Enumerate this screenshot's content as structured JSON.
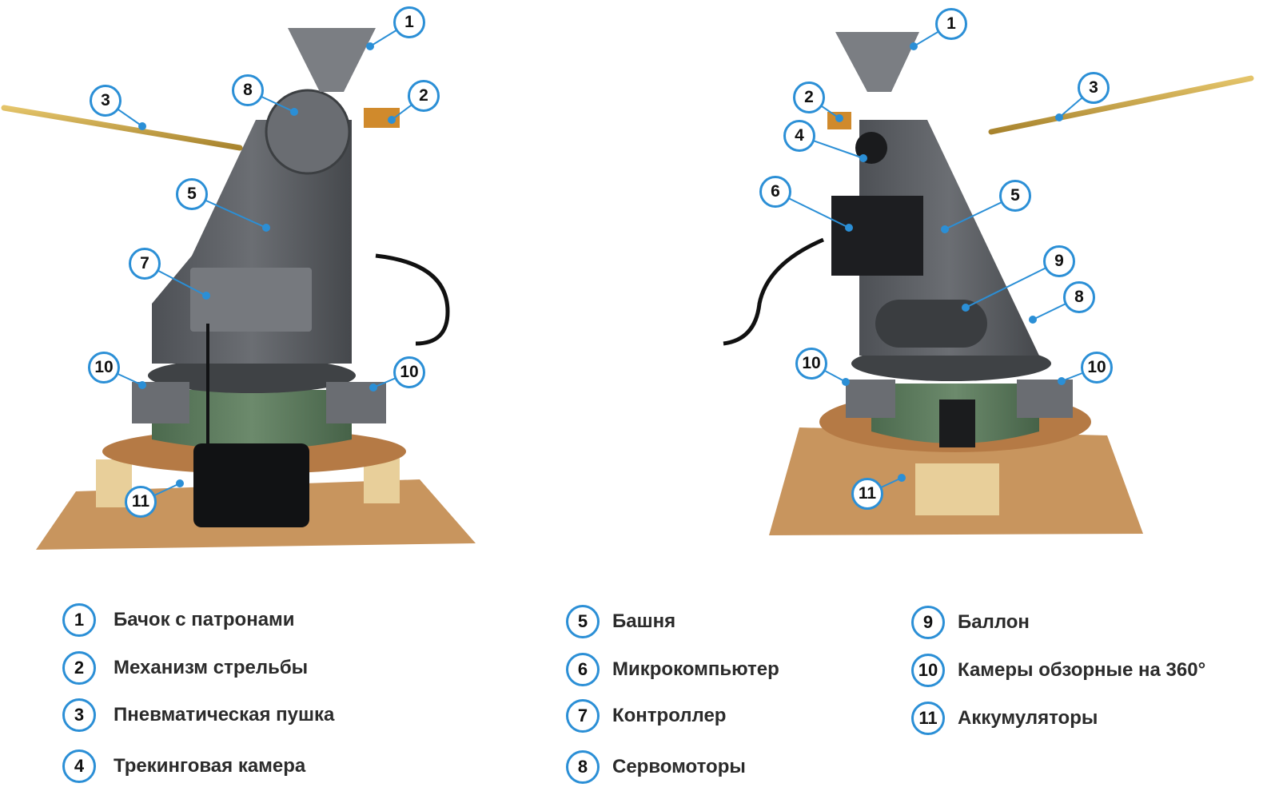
{
  "callouts_left": [
    "1",
    "2",
    "3",
    "8",
    "5",
    "7",
    "10",
    "10",
    "11"
  ],
  "callouts_right": [
    "1",
    "2",
    "3",
    "4",
    "5",
    "6",
    "9",
    "8",
    "10",
    "10",
    "11"
  ],
  "legend": [
    {
      "num": "1",
      "label": "Бачок с патронами"
    },
    {
      "num": "2",
      "label": "Механизм стрельбы"
    },
    {
      "num": "3",
      "label": "Пневматическая пушка"
    },
    {
      "num": "4",
      "label": "Трекинговая камера"
    },
    {
      "num": "5",
      "label": "Башня"
    },
    {
      "num": "6",
      "label": "Микрокомпьютер"
    },
    {
      "num": "7",
      "label": "Контроллер"
    },
    {
      "num": "8",
      "label": "Сервомоторы"
    },
    {
      "num": "9",
      "label": "Баллон"
    },
    {
      "num": "10",
      "label": "Камеры обзорные на 360°"
    },
    {
      "num": "11",
      "label": "Аккумуляторы"
    }
  ],
  "colors": {
    "accent": "#2b8fd6",
    "turret": "#5e6166",
    "base_green": "#5d7a5e",
    "wood": "#c8955e",
    "barrel": "#c9a54a"
  }
}
